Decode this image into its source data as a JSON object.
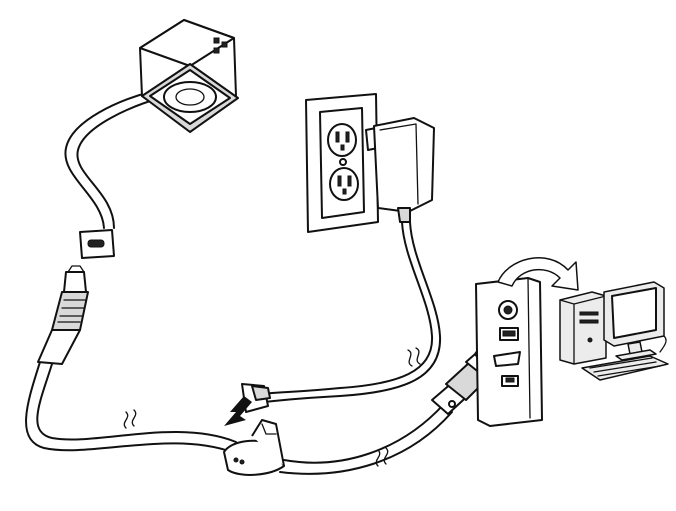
{
  "diagram": {
    "components": [
      {
        "name": "scanner",
        "icon": "scanner-icon"
      },
      {
        "name": "scanner-cable",
        "icon": "cable-icon"
      },
      {
        "name": "rj45-connector",
        "icon": "connector-icon"
      },
      {
        "name": "wall-outlet",
        "icon": "outlet-icon"
      },
      {
        "name": "power-adapter",
        "icon": "adapter-icon"
      },
      {
        "name": "power-plug",
        "icon": "plug-icon"
      },
      {
        "name": "serial-connector",
        "icon": "db9-icon"
      },
      {
        "name": "computer-back-panel",
        "icon": "panel-icon"
      },
      {
        "name": "desktop-computer",
        "icon": "computer-icon"
      }
    ],
    "arrows": [
      {
        "name": "insert-arrow",
        "direction": "down-left"
      },
      {
        "name": "rotate-arrow",
        "direction": "clockwise"
      }
    ],
    "colors": {
      "line": "#111111",
      "fill": "#ffffff",
      "shade": "#d9d9d9"
    }
  }
}
